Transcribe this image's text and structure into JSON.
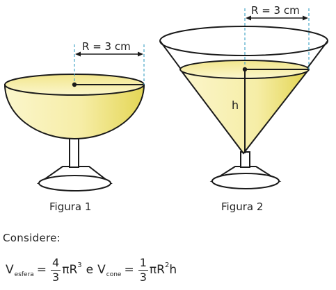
{
  "figure1": {
    "radius_label": "R = 3 cm",
    "caption": "Figura 1"
  },
  "figure2": {
    "radius_label": "R = 3 cm",
    "height_label": "h",
    "caption": "Figura 2"
  },
  "consider_label": "Considere:",
  "formula": {
    "v": "V",
    "sphere_sub": "esfera",
    "eq": "=",
    "sphere_num": "4",
    "sphere_den": "3",
    "sphere_rest": "πR",
    "sphere_exp": "3",
    "connector": "e",
    "cone_sub": "cone",
    "cone_num": "1",
    "cone_den": "3",
    "cone_rest": "πR",
    "cone_exp": "2",
    "cone_tail": "h"
  },
  "colors": {
    "liquid_light": "#fbf6cc",
    "liquid_dark": "#e8db5c",
    "dimension_line": "#4aa7c9",
    "outline": "#1a1a1a"
  }
}
